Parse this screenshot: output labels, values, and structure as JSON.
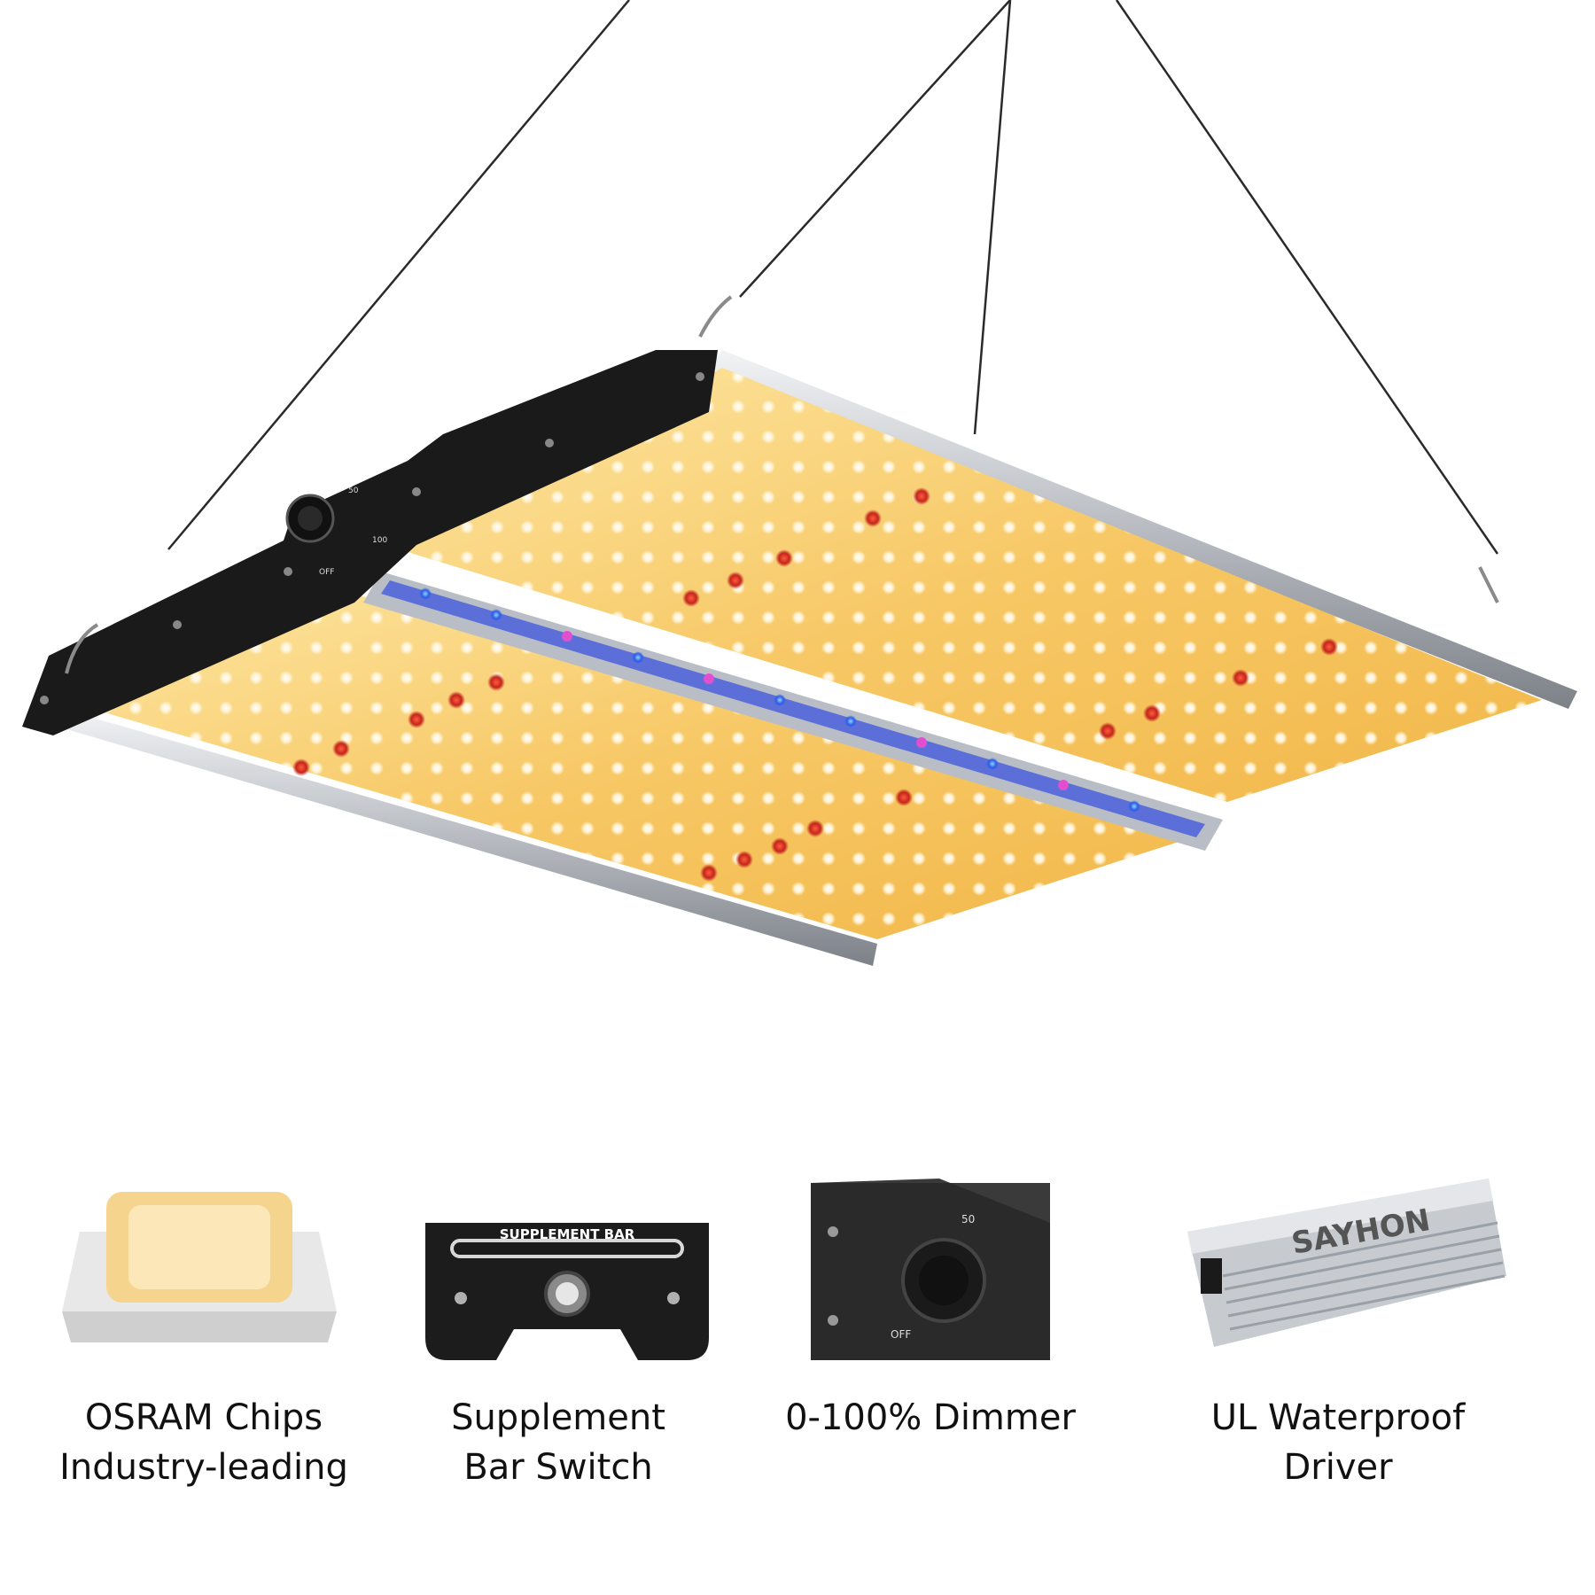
{
  "hero": {
    "dimmer_labels": {
      "low": "OFF",
      "mid": "50",
      "high": "100"
    }
  },
  "features": [
    {
      "icon": "led-chip-icon",
      "line1": "OSRAM Chips",
      "line2": "Industry-leading"
    },
    {
      "icon": "supplement-switch-icon",
      "badge": "SUPPLEMENT BAR",
      "line1": "Supplement",
      "line2": "Bar Switch"
    },
    {
      "icon": "dimmer-knob-icon",
      "dial_high": "50",
      "dial_low": "OFF",
      "line1": "0-100% Dimmer",
      "line2": ""
    },
    {
      "icon": "driver-icon",
      "brand": "SAYHON",
      "line1": "UL Waterproof",
      "line2": "Driver"
    }
  ],
  "colors": {
    "panel_warm": "#f6c25a",
    "panel_frame": "#1a1a1a",
    "led_red": "#d6322a",
    "led_blue": "#3a6cf0",
    "rail_silver": "#c9cdd2"
  }
}
